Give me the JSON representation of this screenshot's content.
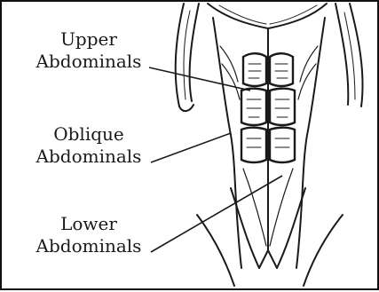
{
  "labels": {
    "upper": {
      "line1": "Upper",
      "line2": "Abdominals"
    },
    "oblique": {
      "line1": "Oblique",
      "line2": "Abdominals"
    },
    "lower": {
      "line1": "Lower",
      "line2": "Abdominals"
    }
  }
}
